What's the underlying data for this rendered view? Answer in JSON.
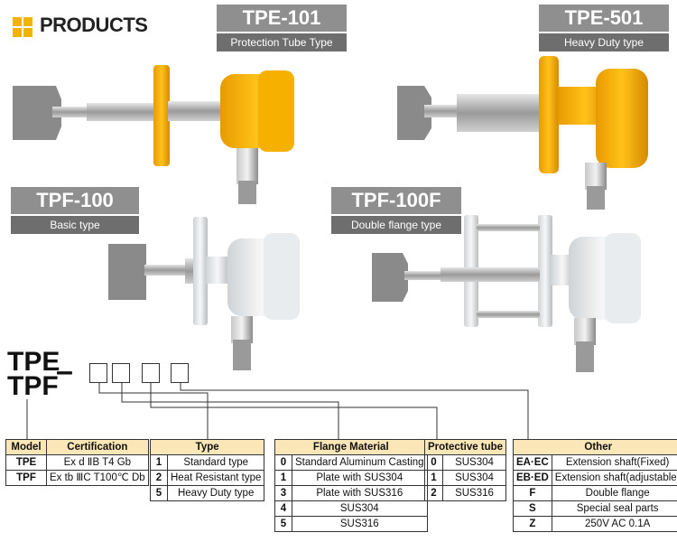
{
  "header": {
    "title": "PRODUCTS"
  },
  "models": {
    "tpe101": {
      "name": "TPE-101",
      "sub": "Protection Tube Type"
    },
    "tpe501": {
      "name": "TPE-501",
      "sub": "Heavy Duty type"
    },
    "tpf100": {
      "name": "TPF-100",
      "sub": "Basic type"
    },
    "tpf100f": {
      "name": "TPF-100F",
      "sub": "Double flange type"
    }
  },
  "code": {
    "line1": "TPE",
    "line2": "TPF",
    "dash": "–"
  },
  "tables": {
    "model": {
      "headers": [
        "Model",
        "Certification"
      ],
      "rows": [
        [
          "TPE",
          "Ex d ⅡB T4 Gb"
        ],
        [
          "TPF",
          "Ex tb ⅢC T100℃ Db"
        ]
      ]
    },
    "type": {
      "header": "Type",
      "rows": [
        [
          "1",
          "Standard type"
        ],
        [
          "2",
          "Heat Resistant type"
        ],
        [
          "5",
          "Heavy Duty type"
        ]
      ]
    },
    "flange": {
      "header": "Flange Material",
      "rows": [
        [
          "0",
          "Standard Aluminum Casting"
        ],
        [
          "1",
          "Plate with SUS304"
        ],
        [
          "3",
          "Plate with SUS316"
        ],
        [
          "4",
          "SUS304"
        ],
        [
          "5",
          "SUS316"
        ]
      ]
    },
    "tube": {
      "header": "Protective tube",
      "rows": [
        [
          "0",
          "SUS304"
        ],
        [
          "1",
          "SUS304"
        ],
        [
          "2",
          "SUS316"
        ]
      ]
    },
    "other": {
      "header": "Other",
      "rows": [
        [
          "EA·EC",
          "Extension shaft(Fixed)"
        ],
        [
          "EB·ED",
          "Extension shaft(adjustable)"
        ],
        [
          "F",
          "Double flange"
        ],
        [
          "S",
          "Special seal parts"
        ],
        [
          "Z",
          "250V AC 0.1A"
        ]
      ]
    }
  }
}
